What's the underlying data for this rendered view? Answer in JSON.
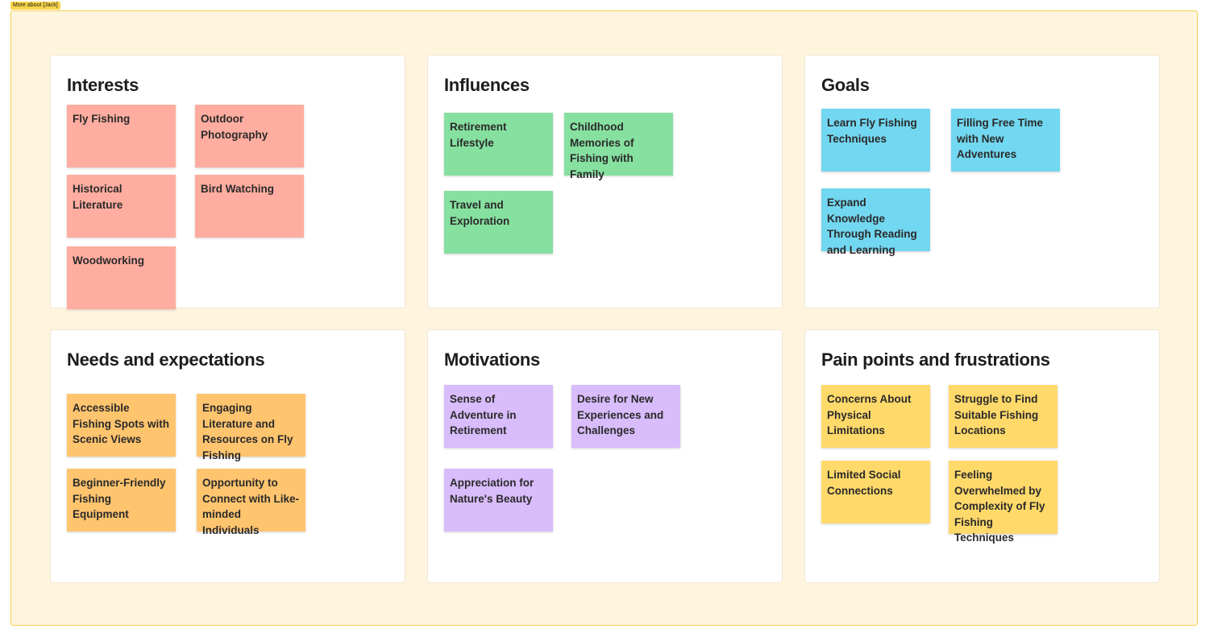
{
  "frame": {
    "tag": "More about [Jack]"
  },
  "colors": {
    "frame_bg": "#FFF5DF",
    "frame_border": "#F3CF55",
    "tag_bg": "#FAD54B",
    "pink": "#FFADA0",
    "green": "#86E0A0",
    "cyan": "#72D7F0",
    "orange": "#FFC46E",
    "purple": "#D8BCFB",
    "yellow": "#FFD96A"
  },
  "panels": {
    "interests": {
      "title": "Interests",
      "notes": [
        "Fly Fishing",
        "Outdoor Photography",
        "Historical Literature",
        "Bird Watching",
        "Woodworking"
      ]
    },
    "influences": {
      "title": "Influences",
      "notes": [
        "Retirement Lifestyle",
        "Childhood Memories of Fishing with Family",
        "Travel and Exploration"
      ]
    },
    "goals": {
      "title": "Goals",
      "notes": [
        "Learn Fly Fishing Techniques",
        "Filling Free Time with New Adventures",
        "Expand Knowledge Through Reading and Learning"
      ]
    },
    "needs": {
      "title": "Needs and expectations",
      "notes": [
        "Accessible Fishing Spots with Scenic Views",
        "Engaging Literature and Resources on Fly Fishing",
        "Beginner-Friendly Fishing Equipment",
        "Opportunity to Connect with Like-minded Individuals"
      ]
    },
    "motivations": {
      "title": "Motivations",
      "notes": [
        "Sense of Adventure in Retirement",
        "Desire for New Experiences and Challenges",
        "Appreciation for Nature's Beauty"
      ]
    },
    "pain_points": {
      "title": "Pain points and frustrations",
      "notes": [
        "Concerns About Physical Limitations",
        "Struggle to Find Suitable Fishing Locations",
        "Limited Social Connections",
        "Feeling Overwhelmed by Complexity of Fly Fishing Techniques"
      ]
    }
  }
}
